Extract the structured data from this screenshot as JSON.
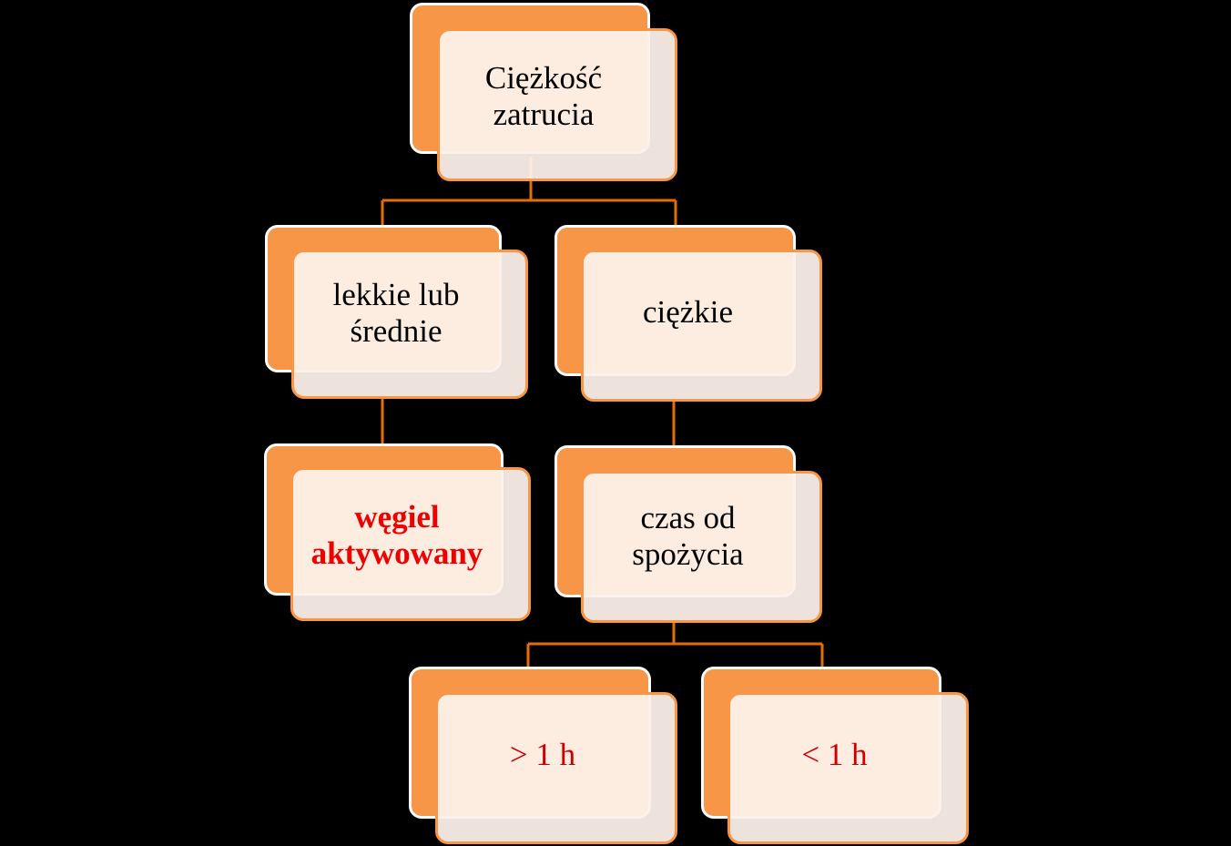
{
  "diagram": {
    "colors": {
      "background": "#000000",
      "node_fill": "#f79646",
      "node_face": "#fdf1ea",
      "connector": "#e46c0a",
      "text": "#000000",
      "highlight_text": "#ee0000",
      "answer_text": "#cc0000"
    },
    "root": {
      "label": "Ciężkość\nzatrucia"
    },
    "level1": {
      "left": {
        "label": "lekkie lub\nśrednie"
      },
      "right": {
        "label": "ciężkie"
      }
    },
    "level2": {
      "left": {
        "label": "węgiel\naktywowany"
      },
      "right": {
        "label": "czas od\nspożycia"
      }
    },
    "level3": {
      "left": {
        "label": "> 1 h"
      },
      "right": {
        "label": "< 1 h"
      }
    }
  }
}
